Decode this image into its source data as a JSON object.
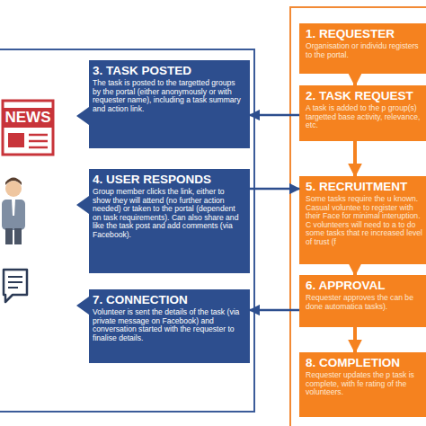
{
  "diagram": {
    "nodes": [
      {
        "text": [
          "1. REQUESTER",
          "Organisation or individu registers to the portal."
        ]
      },
      {
        "text": [
          "2. TASK REQUEST",
          "A task is added to the p group(s) targetted base activity, relevance, etc."
        ]
      },
      {
        "text": [
          "3. TASK POSTED",
          "The task is posted to the targetted groups by the portal (either anonymously or with requester name), including a task summary and action link."
        ]
      },
      {
        "text": [
          "4. USER RESPONDS",
          "Group member clicks the link, either to show they will attend (no further action needed) or taken to the portal (dependent on task requirements). Can also share and like the task post and add comments (via Facebook)."
        ]
      },
      {
        "text": [
          "5. RECRUITMENT",
          "Some tasks require the u known. Casual voluntee to register with their Face for minimal interuption. C volunteers will need to a to do some tasks that re increased level of trust (f"
        ]
      },
      {
        "text": [
          "6. APPROVAL",
          "Requester approves the can be done automatica tasks)."
        ]
      },
      {
        "text": [
          "7. CONNECTION",
          "Volunteer is sent the details of the task (via private message on Facebook) and conversation started with the requester to finalise details."
        ]
      },
      {
        "text": [
          "8. COMPLETION",
          "Requester updates the p task is complete, with fe rating of the volunteers."
        ]
      }
    ],
    "edges": [
      {
        "from": 0,
        "to": 1,
        "arrow": "to"
      },
      {
        "from": 1,
        "to": 2,
        "arrow": "to"
      },
      {
        "from": 1,
        "to": 4,
        "arrow": "to"
      },
      {
        "from": 3,
        "to": 4,
        "arrow": "to"
      },
      {
        "from": 4,
        "to": 5,
        "arrow": "to"
      },
      {
        "from": 5,
        "to": 6,
        "arrow": "to"
      },
      {
        "from": 5,
        "to": 7,
        "arrow": "to"
      }
    ],
    "labels": [
      "NEWS"
    ]
  }
}
